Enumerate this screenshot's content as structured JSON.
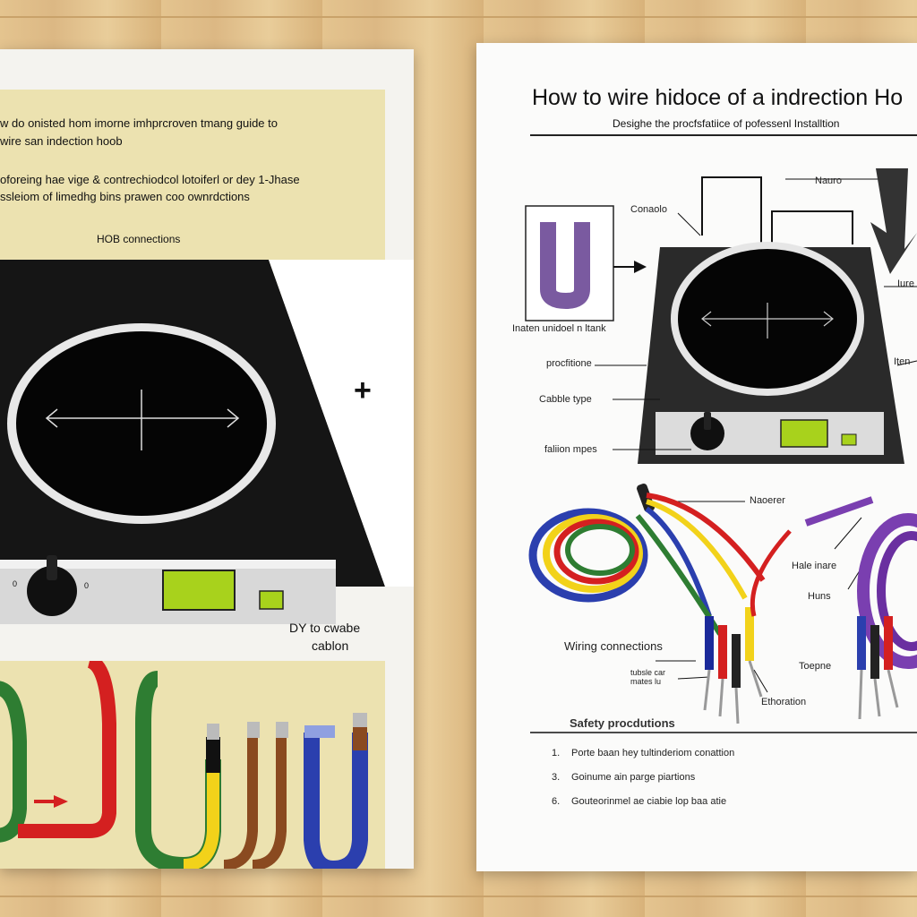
{
  "left_sheet": {
    "intro_line1": "w do onisted hom imorne imhprcroven tmang guide to",
    "intro_line2": "wire san indection hoob",
    "desc_line1": "oforeing hae vige & contrechiodcol lotoiferl or dey 1-Jhase",
    "desc_line2": "ssleiom of limedhg bins prawen coo ownrdctions",
    "section_label": "HOB connections",
    "plus_sign": "+",
    "knob_left_mark": "0",
    "knob_right_mark": "0",
    "diy_line1": "DY to cwabe",
    "diy_line2": "cablon"
  },
  "right_sheet": {
    "title": "How to wire hidoce of a indrection Ho",
    "subtitle": "Desighe the procfsfatiice of pofessenl Installtion",
    "labels": {
      "nauro": "Nauro",
      "conaolo": "Conaolo",
      "cable_caption": "Inaten unidoel n ltank",
      "procfilone": "procfitione",
      "cable_type": "Cabble type",
      "faliion": "faliion mpes",
      "right_edge_1": "Iure",
      "right_edge_2": "Iten",
      "naoerer": "Naoerer",
      "hale": "Hale inare",
      "huns": "Huns",
      "wiring": "Wiring connections",
      "small_note": "tubsle car\nmates lu",
      "toepne": "Toepne",
      "ethoration": "Ethoration"
    },
    "safety_heading": "Safety procdutions",
    "safety_items": [
      {
        "num": "1.",
        "text": "Porte baan hey tultinderiom conattion"
      },
      {
        "num": "3.",
        "text": "Goinume ain parge piartions"
      },
      {
        "num": "6.",
        "text": "Gouteorinmel ae ciabie lop baa atie"
      }
    ]
  },
  "colors": {
    "wood": "#e0bd85",
    "tan_panel": "#ece2b0",
    "hob_black": "#151515",
    "control_green": "#a8d21c",
    "wire_red": "#d42020",
    "wire_yellow": "#f2d21a",
    "wire_green": "#2e7d32",
    "wire_blue": "#2b3fae",
    "wire_purple": "#7a3fb0",
    "wire_brown": "#8a4a20"
  }
}
